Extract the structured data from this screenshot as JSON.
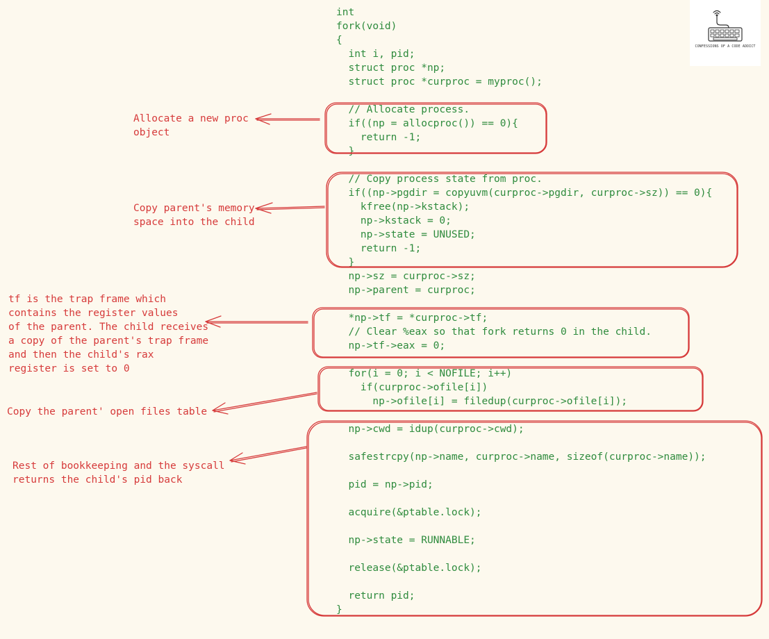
{
  "code_lines": [
    "int",
    "fork(void)",
    "{",
    "  int i, pid;",
    "  struct proc *np;",
    "  struct proc *curproc = myproc();",
    "",
    "  // Allocate process.",
    "  if((np = allocproc()) == 0){",
    "    return -1;",
    "  }",
    "",
    "  // Copy process state from proc.",
    "  if((np->pgdir = copyuvm(curproc->pgdir, curproc->sz)) == 0){",
    "    kfree(np->kstack);",
    "    np->kstack = 0;",
    "    np->state = UNUSED;",
    "    return -1;",
    "  }",
    "  np->sz = curproc->sz;",
    "  np->parent = curproc;",
    "",
    "  *np->tf = *curproc->tf;",
    "  // Clear %eax so that fork returns 0 in the child.",
    "  np->tf->eax = 0;",
    "",
    "  for(i = 0; i < NOFILE; i++)",
    "    if(curproc->ofile[i])",
    "      np->ofile[i] = filedup(curproc->ofile[i]);",
    "",
    "  np->cwd = idup(curproc->cwd);",
    "",
    "  safestrcpy(np->name, curproc->name, sizeof(curproc->name));",
    "",
    "  pid = np->pid;",
    "",
    "  acquire(&ptable.lock);",
    "",
    "  np->state = RUNNABLE;",
    "",
    "  release(&ptable.lock);",
    "",
    "  return pid;",
    "}"
  ],
  "annotations": {
    "allocate": "Allocate a new proc\nobject",
    "copy_memory": "Copy parent's memory\nspace into the child",
    "trap_frame": "tf is the trap frame which\ncontains the register values\nof the parent. The child receives\na copy of the parent's trap frame\nand then the child's rax\nregister is set to 0",
    "open_files": "Copy the parent' open files table",
    "bookkeeping": "Rest of bookkeeping and the syscall\nreturns the child's pid back"
  },
  "logo": {
    "text": "CONFESSIONS OF A CODE ADDICT",
    "icon": "keyboard-with-antenna-icon"
  },
  "colors": {
    "background": "#fdf9ee",
    "code": "#2e8b3d",
    "annotation": "#d63a3a"
  }
}
